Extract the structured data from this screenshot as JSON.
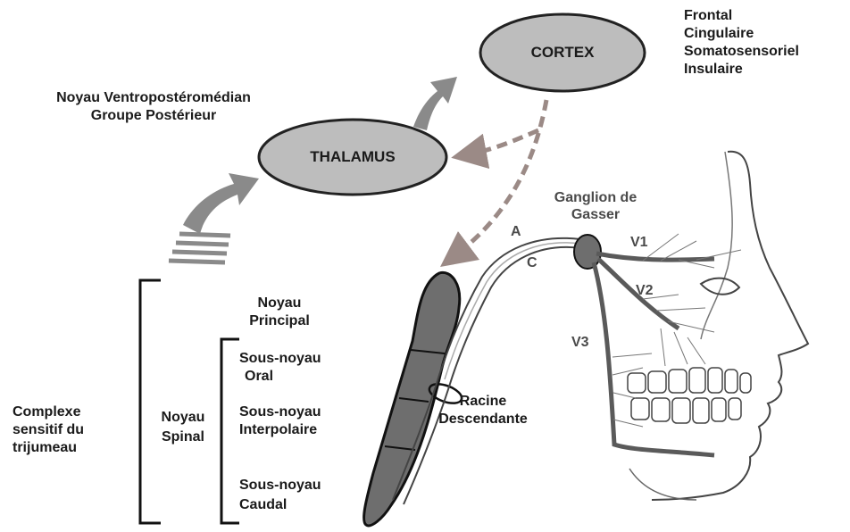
{
  "nodes": {
    "cortex": "CORTEX",
    "thalamus": "THALAMUS"
  },
  "cortex_regions": [
    "Frontal",
    "Cingulaire",
    "Somatosensoriel",
    "Insulaire"
  ],
  "thalamus_nuclei": [
    "Noyau Ventropostéromédian",
    "Groupe Postérieur"
  ],
  "ganglion": [
    "Ganglion de",
    "Gasser"
  ],
  "fibers": {
    "a": "A",
    "c": "C"
  },
  "branches": {
    "v1": "V1",
    "v2": "V2",
    "v3": "V3"
  },
  "racine": [
    "Racine",
    "Descendante"
  ],
  "complexe": [
    "Complexe",
    "sensitif du",
    "trijumeau"
  ],
  "noyau_principal": [
    "Noyau",
    "Principal"
  ],
  "noyau_spinal": [
    "Noyau",
    "Spinal"
  ],
  "sous_noyaux": {
    "oral": [
      "Sous-noyau",
      "Oral"
    ],
    "interpolaire": [
      "Sous-noyau",
      "Interpolaire"
    ],
    "caudal": [
      "Sous-noyau",
      "Caudal"
    ]
  },
  "colors": {
    "ellipse": "#bdbdbd",
    "arrow": "#8a8a8a",
    "dashed": "#9b8a86",
    "nerve": "#5a5a5a",
    "nucleus": "#6e6e6e"
  }
}
